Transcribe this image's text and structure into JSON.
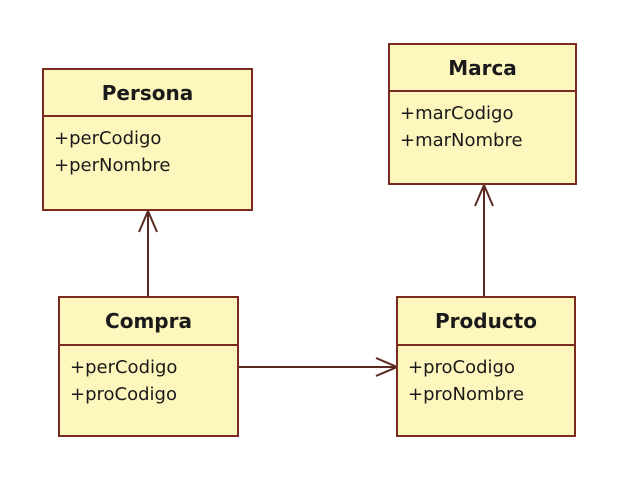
{
  "colors": {
    "class_fill": "#fdf6bd",
    "class_border": "#7a2a1e",
    "edge": "#5a2a22",
    "text": "#1a1a1a"
  },
  "classes": {
    "persona": {
      "name": "Persona",
      "attributes": [
        "+perCodigo",
        "+perNombre"
      ]
    },
    "marca": {
      "name": "Marca",
      "attributes": [
        "+marCodigo",
        "+marNombre"
      ]
    },
    "compra": {
      "name": "Compra",
      "attributes": [
        "+perCodigo",
        "+proCodigo"
      ]
    },
    "producto": {
      "name": "Producto",
      "attributes": [
        "+proCodigo",
        "+proNombre"
      ]
    }
  },
  "associations": [
    {
      "from": "compra",
      "to": "persona",
      "type": "directed"
    },
    {
      "from": "producto",
      "to": "marca",
      "type": "directed"
    },
    {
      "from": "compra",
      "to": "producto",
      "type": "directed"
    }
  ]
}
